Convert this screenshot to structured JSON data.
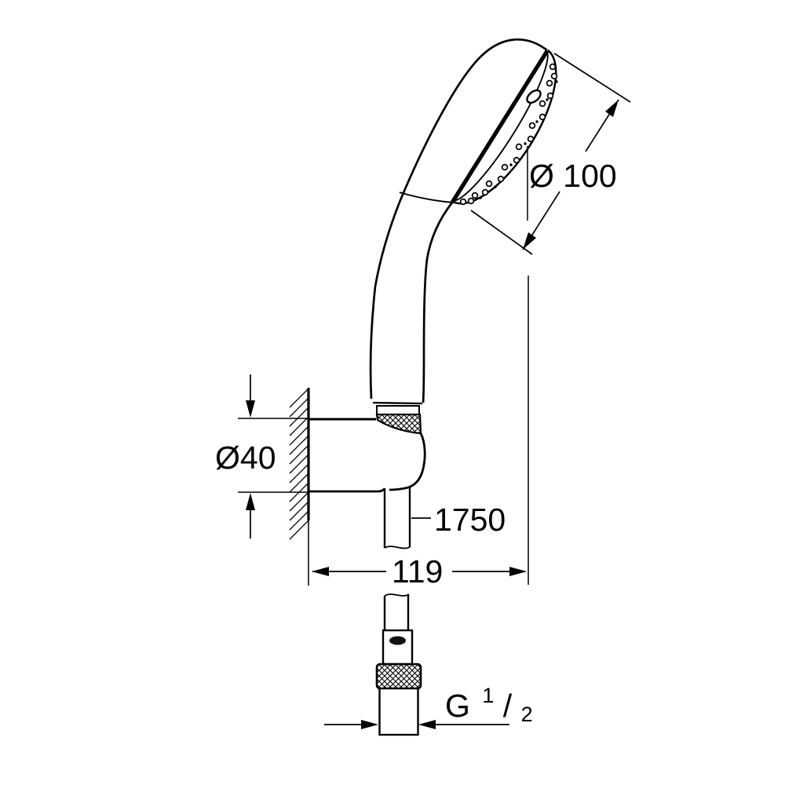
{
  "diagram": {
    "background": "#ffffff",
    "ink": "#000000",
    "type": "technical-dimension-drawing",
    "subject": "hand-shower-with-wall-holder-and-hose"
  },
  "labels": {
    "head_diameter": "Ø 100",
    "holder_diameter": "Ø40",
    "hose_length": "1750",
    "holder_projection": "119",
    "thread": {
      "letter": "G",
      "numerator": "1",
      "slash": "/",
      "denominator": "2"
    }
  }
}
